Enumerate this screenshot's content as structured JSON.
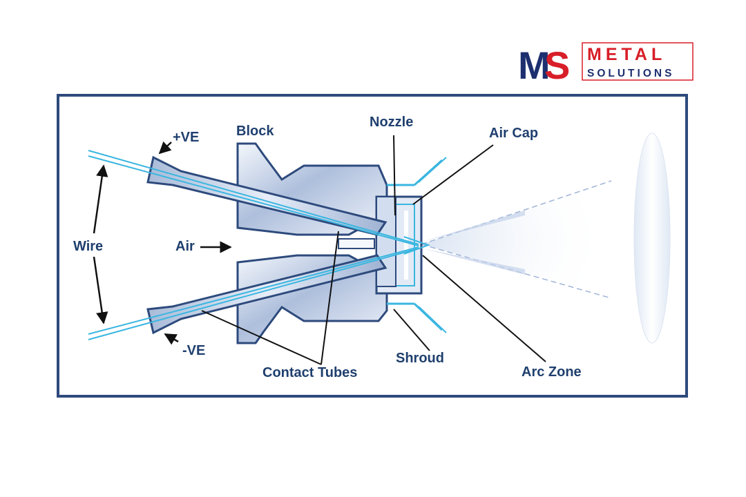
{
  "logo": {
    "monogram_m": "M",
    "monogram_s": "S",
    "word1": "METAL",
    "word2": "SOLUTIONS",
    "colors": {
      "red": "#d81e28",
      "navy": "#1d2f6f"
    }
  },
  "diagram": {
    "labels": {
      "positive": "+VE",
      "block": "Block",
      "nozzle": "Nozzle",
      "air_cap": "Air Cap",
      "wire": "Wire",
      "air": "Air",
      "negative": "-VE",
      "contact_tubes": "Contact Tubes",
      "shroud": "Shroud",
      "arc_zone": "Arc Zone"
    },
    "colors": {
      "outline": "#2d4a7c",
      "wire": "#3ab6e0",
      "label": "#1f3f6e",
      "fill_light": "#e9eff8",
      "fill_dark": "#aebfdc"
    }
  }
}
